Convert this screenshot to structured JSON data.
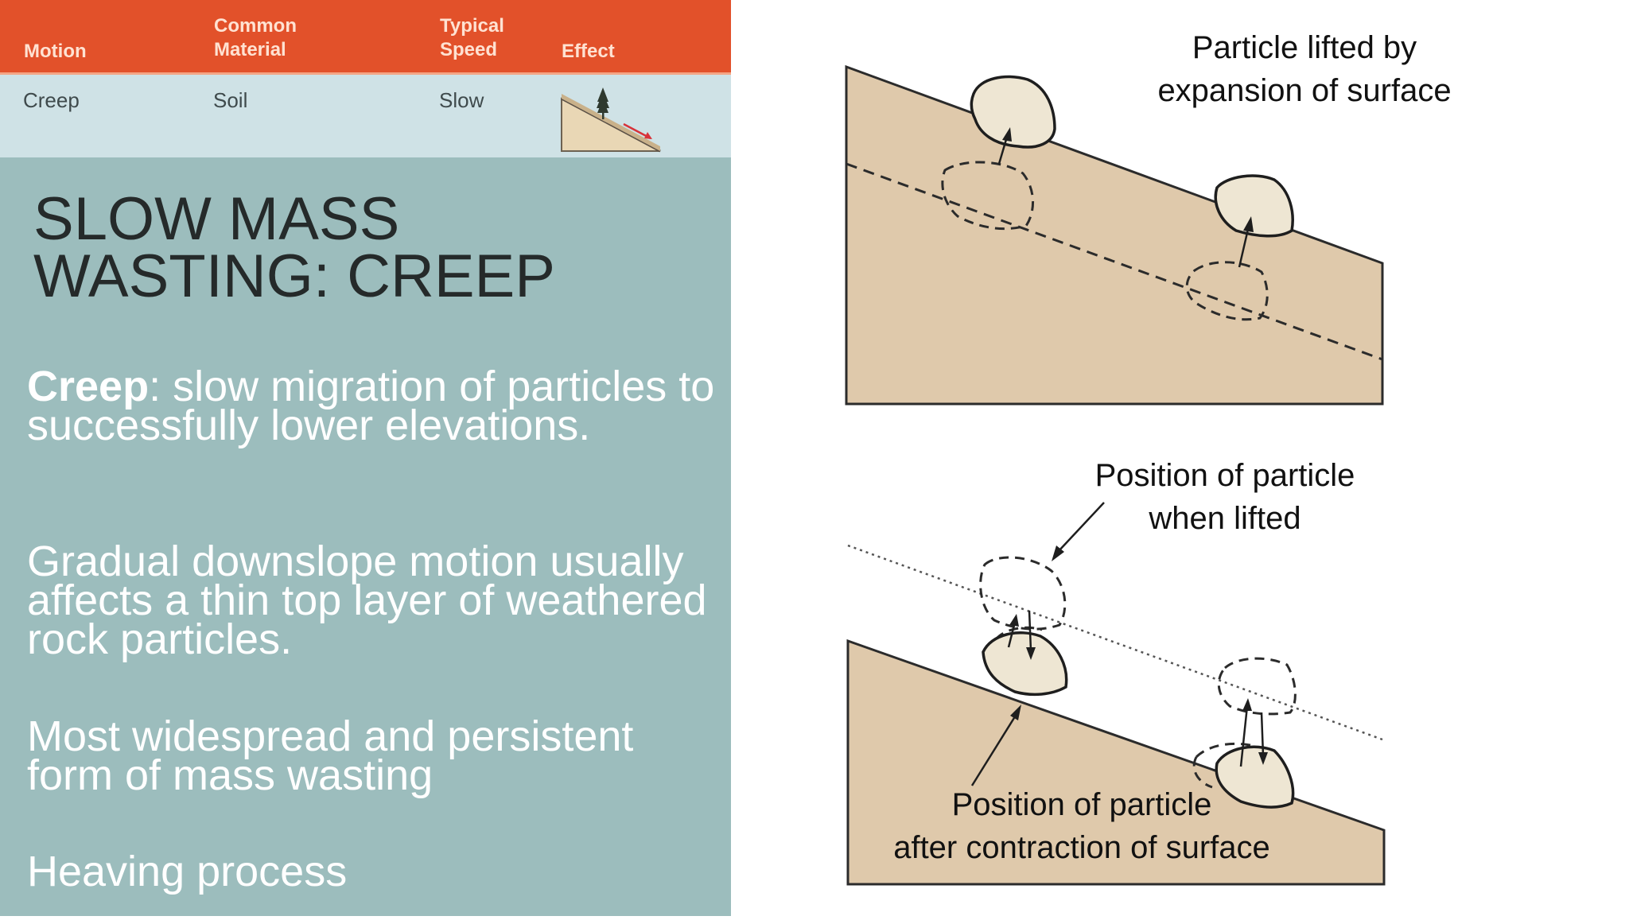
{
  "table": {
    "headers": {
      "motion": "Motion",
      "material_line1": "Common",
      "material_line2": "Material",
      "speed_line1": "Typical",
      "speed_line2": "Speed",
      "effect": "Effect"
    },
    "row": {
      "motion": "Creep",
      "material": "Soil",
      "speed": "Slow"
    }
  },
  "title": {
    "line1": "SLOW MASS",
    "line2": "WASTING: CREEP"
  },
  "body": {
    "p1_term": "Creep",
    "p1_rest": ": slow migration of particles to successfully lower elevations.",
    "p2": "Gradual downslope motion usually affects a thin top layer of weathered rock particles.",
    "p3": "Most widespread and persistent form of mass wasting",
    "p4": "Heaving process"
  },
  "diagram_top": {
    "caption_line1": "Particle lifted by",
    "caption_line2": "expansion of surface"
  },
  "diagram_bottom": {
    "caption_lifted_line1": "Position of particle",
    "caption_lifted_line2": "when lifted",
    "caption_after_line1": "Position of particle",
    "caption_after_line2": "after contraction of surface"
  },
  "colors": {
    "header_orange": "#e2512a",
    "row_blue": "#cfe2e6",
    "panel_teal": "#9cbdbd",
    "soil_tan": "#dfc9ab",
    "particle": "#eee6d3"
  },
  "icons": {
    "effect": "slope-with-tree-and-arrow-icon"
  }
}
